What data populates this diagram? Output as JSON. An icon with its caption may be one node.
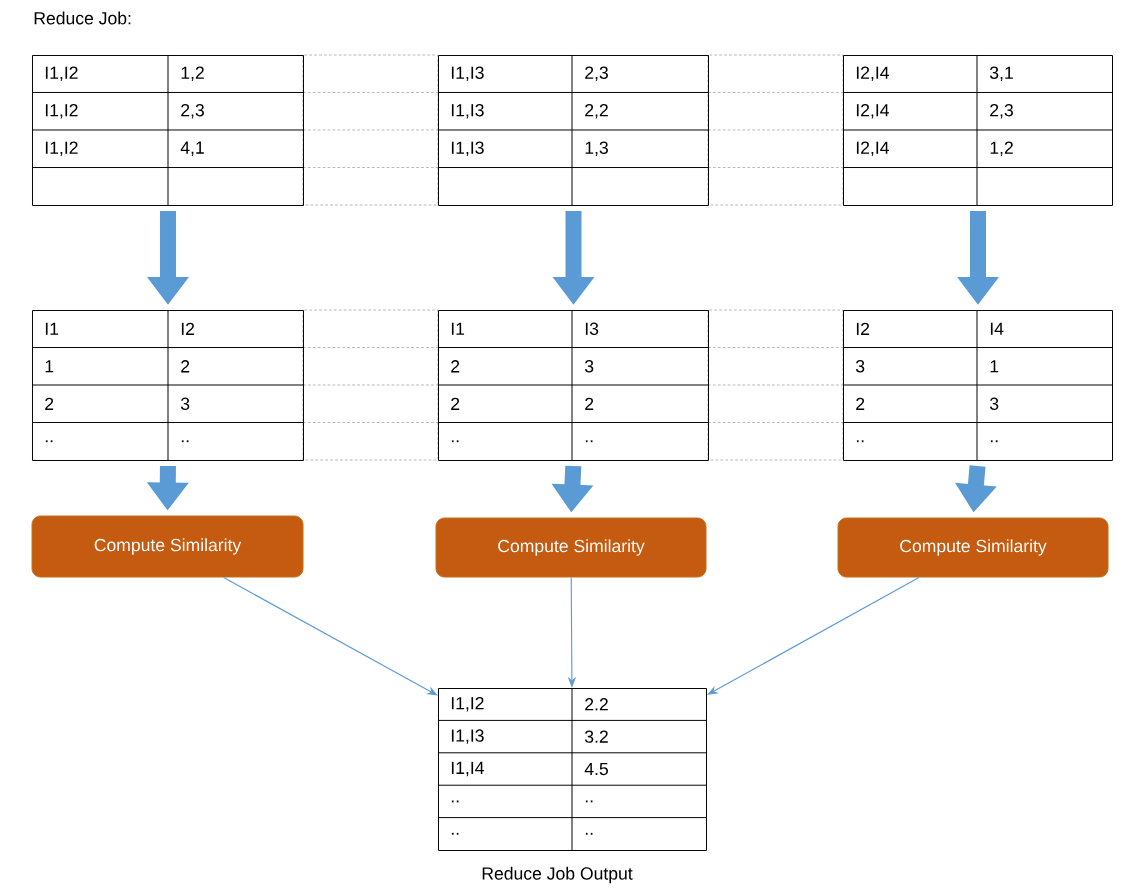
{
  "diagram": {
    "title": "Reduce Job:",
    "nodes": [
      {
        "text": [
          "I1,I2",
          "1,2",
          "I1,I2",
          "2,3",
          "I1,I2",
          "4,1"
        ]
      },
      {
        "text": [
          "I1,I3",
          "2,3",
          "I1,I3",
          "2,2",
          "I1,I3",
          "1,3"
        ]
      },
      {
        "text": [
          "I2,I4",
          "3,1",
          "I2,I4",
          "2,3",
          "I2,I4",
          "1,2"
        ]
      },
      {
        "text": [
          "I1",
          "I2",
          "1",
          "2",
          "2",
          "3",
          "..",
          ".."
        ]
      },
      {
        "text": [
          "I1",
          "I3",
          "2",
          "3",
          "2",
          "2",
          "..",
          ".."
        ]
      },
      {
        "text": [
          "I2",
          "I4",
          "3",
          "1",
          "2",
          "3",
          "..",
          ".."
        ]
      },
      {
        "text": [
          "Compute Similarity"
        ]
      },
      {
        "text": [
          "Compute Similarity"
        ]
      },
      {
        "text": [
          "Compute Similarity"
        ]
      },
      {
        "text": [
          "I1,I2",
          "2.2",
          "I1,I3",
          "3.2",
          "I1,I4",
          "4.5",
          "..",
          "..",
          "..",
          ".."
        ],
        "beside": [
          "Reduce Job Output"
        ]
      }
    ],
    "edges": [
      {
        "from": 0,
        "to": 3,
        "arrow": "to"
      },
      {
        "from": 1,
        "to": 4,
        "arrow": "to"
      },
      {
        "from": 2,
        "to": 5,
        "arrow": "to"
      },
      {
        "from": 3,
        "to": 6,
        "arrow": "to"
      },
      {
        "from": 4,
        "to": 7,
        "arrow": "to"
      },
      {
        "from": 5,
        "to": 8,
        "arrow": "to"
      },
      {
        "from": 6,
        "to": 9,
        "arrow": "to"
      },
      {
        "from": 7,
        "to": 9,
        "arrow": "to"
      },
      {
        "from": 8,
        "to": 9,
        "arrow": "to"
      }
    ]
  }
}
